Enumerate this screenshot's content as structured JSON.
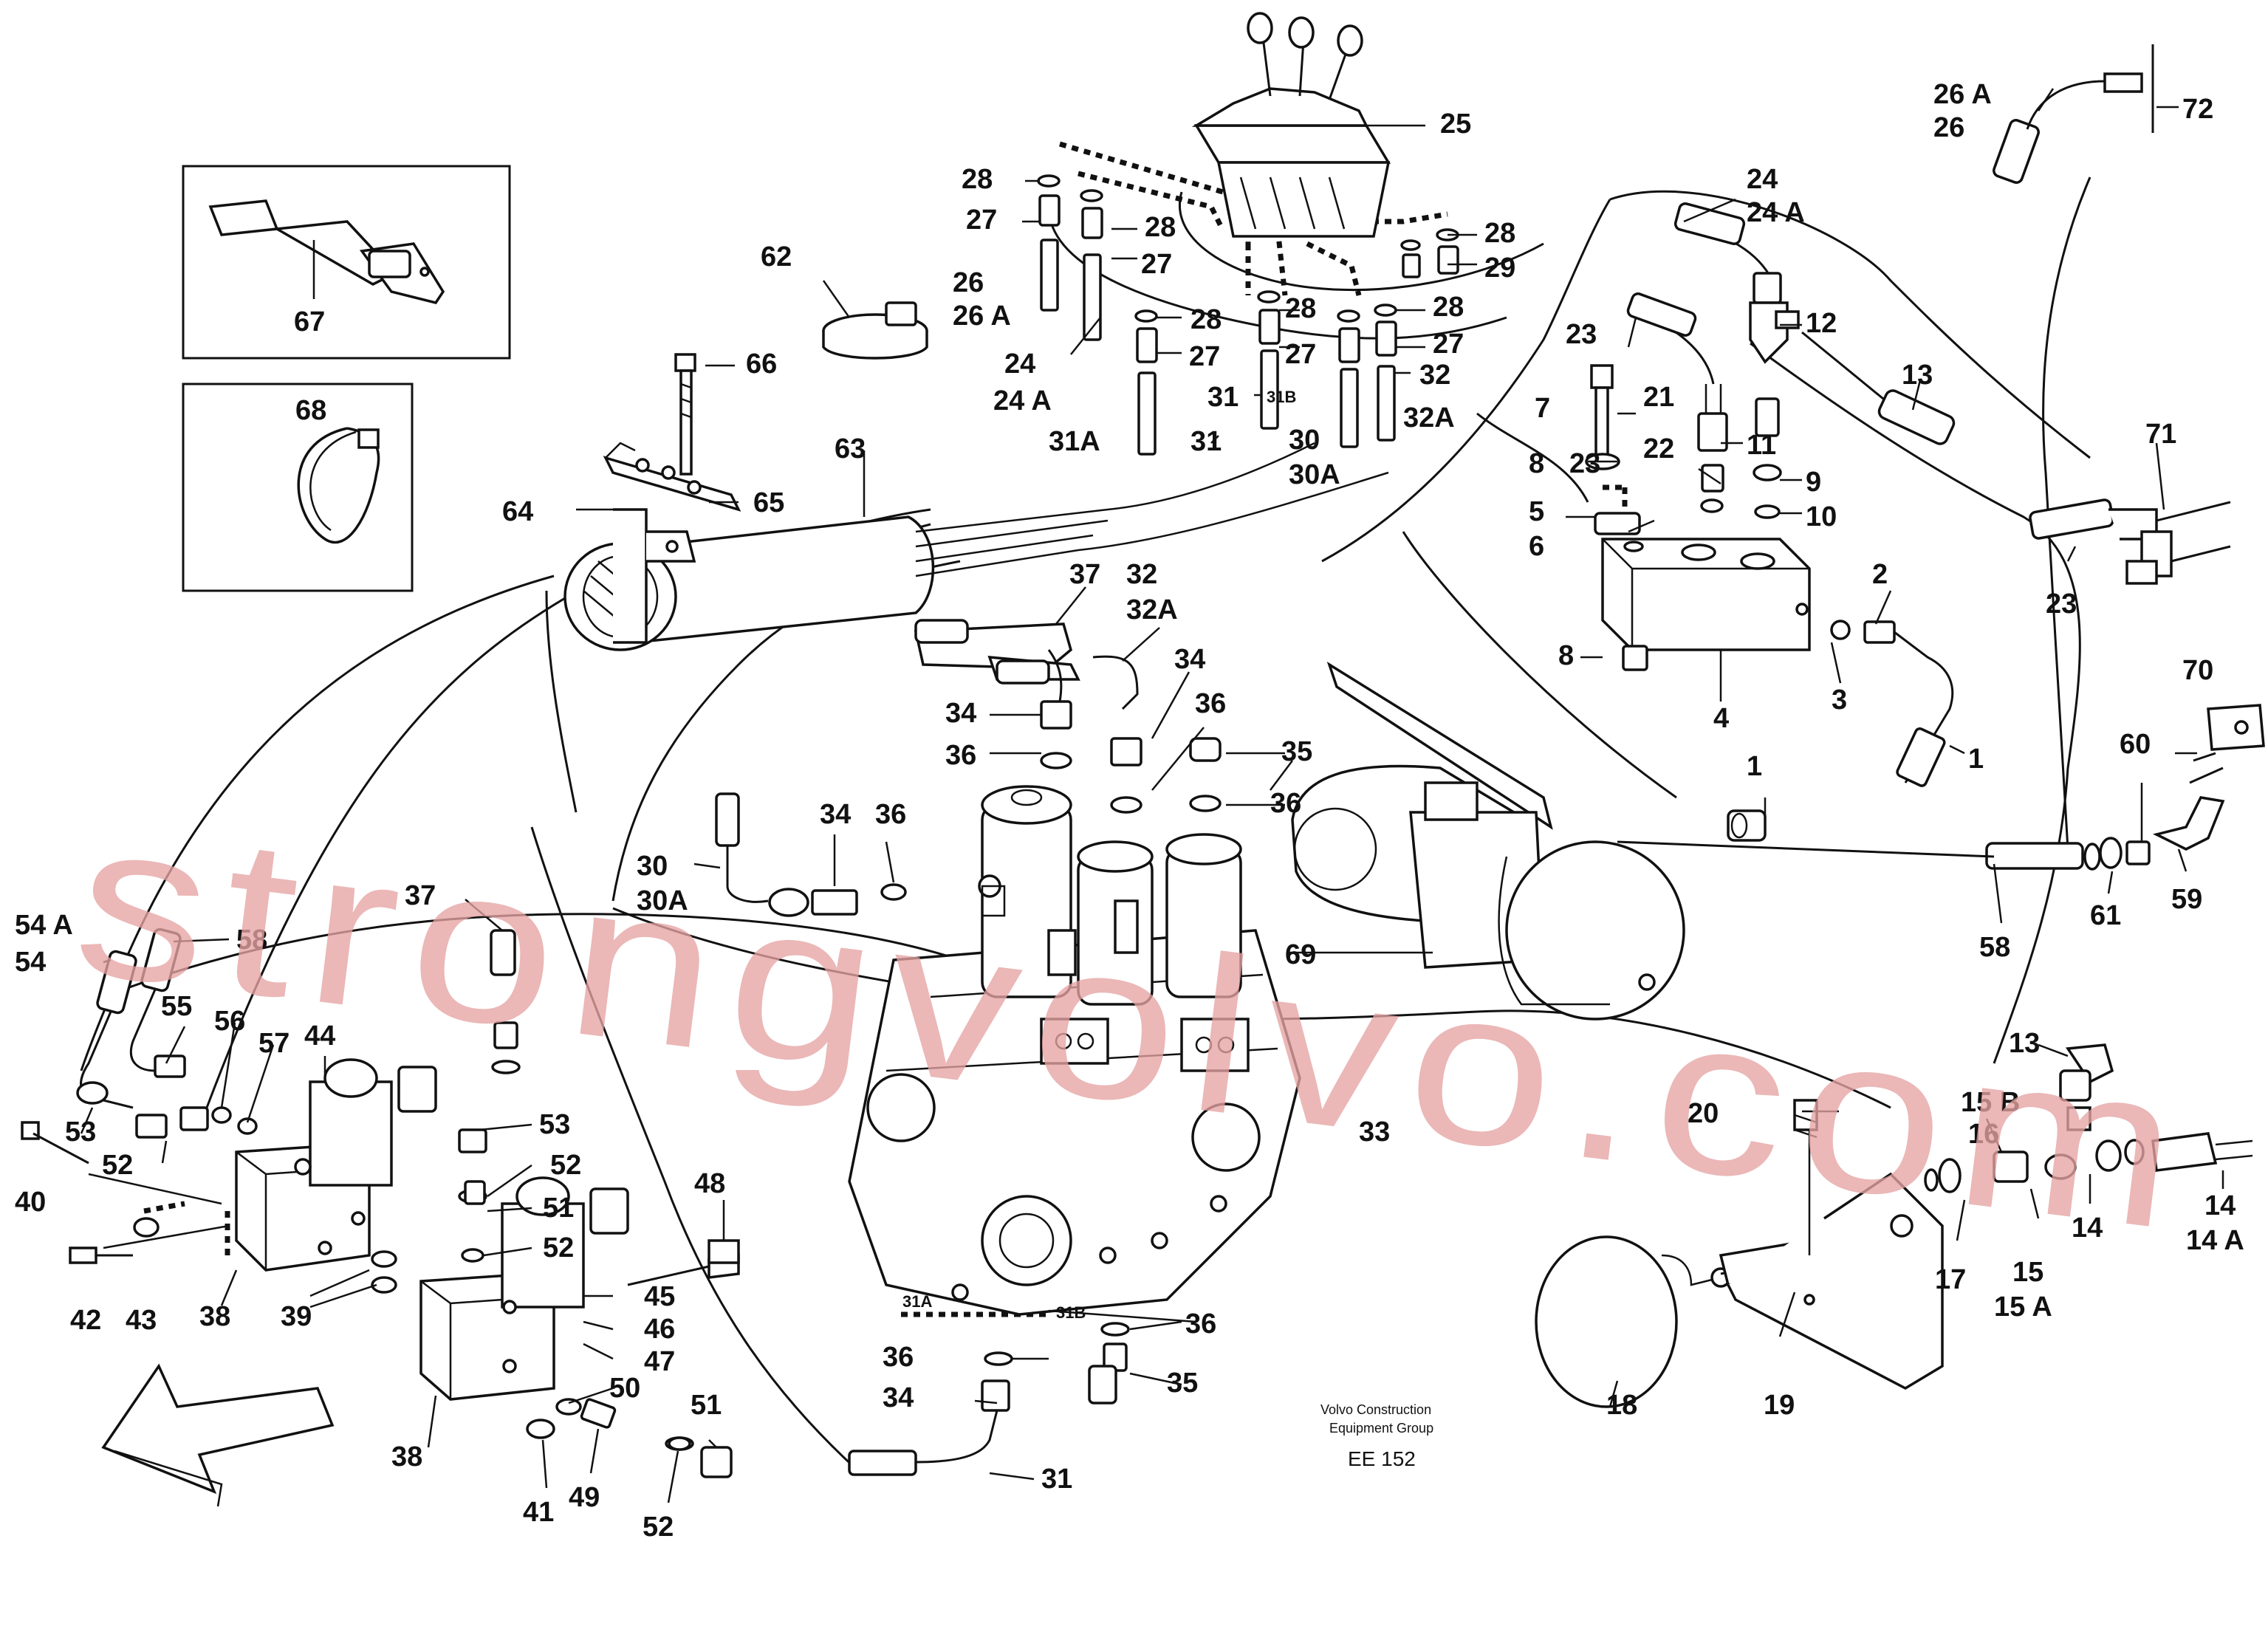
{
  "labels": {
    "l1a": "1",
    "l1b": "1",
    "l2": "2",
    "l3": "3",
    "l4": "4",
    "l5": "5",
    "l6": "6",
    "l7": "7",
    "l8a": "8",
    "l8b": "8",
    "l9": "9",
    "l10": "10",
    "l11": "11",
    "l12": "12",
    "l13a": "13",
    "l13b": "13",
    "l14": "14",
    "l14a": "14 A",
    "l15": "15",
    "l15a": "15 A",
    "l15b": "15 B",
    "l16": "16",
    "l17": "17",
    "l18": "18",
    "l19": "19",
    "l20": "20",
    "l21": "21",
    "l22": "22",
    "l23a": "23",
    "l23b": "23",
    "l24a": "24",
    "l24aa": "24 A",
    "l24b": "24",
    "l24ba": "24 A",
    "l25": "25",
    "l26a": "26",
    "l26aa": "26 A",
    "l26b": "26",
    "l26ba": "26 A",
    "l27a": "27",
    "l27b": "27",
    "l27c": "27",
    "l27d": "27",
    "l27e": "27",
    "l28a": "28",
    "l28b": "28",
    "l28c": "28",
    "l28d": "28",
    "l28e": "28",
    "l28f": "28",
    "l29": "29",
    "l30a": "30",
    "l30aa": "30A",
    "l30b": "30",
    "l30ba": "30A",
    "l31a": "31",
    "l31b": "31",
    "l31c": "31",
    "l31A": "31A",
    "l31Bsm": "31B",
    "l31Asm2": "31A",
    "l31Bsm2": "31B",
    "l32a": "32",
    "l32aa": "32A",
    "l32b": "32",
    "l32ba": "32A",
    "l33": "33",
    "l34a": "34",
    "l34b": "34",
    "l34c": "34",
    "l34d": "34",
    "l35a": "35",
    "l35b": "35",
    "l36a": "36",
    "l36b": "36",
    "l36c": "36",
    "l36d": "36",
    "l36e": "36",
    "l36f": "36",
    "l37a": "37",
    "l37b": "37",
    "l38a": "38",
    "l38b": "38",
    "l39": "39",
    "l40": "40",
    "l41": "41",
    "l42": "42",
    "l43": "43",
    "l44": "44",
    "l45": "45",
    "l46": "46",
    "l47": "47",
    "l48": "48",
    "l49": "49",
    "l50": "50",
    "l51a": "51",
    "l51b": "51",
    "l52a": "52",
    "l52b": "52",
    "l52c": "52",
    "l52d": "52",
    "l53a": "53",
    "l53b": "53",
    "l54": "54",
    "l54a": "54 A",
    "l55": "55",
    "l56": "56",
    "l57": "57",
    "l58a": "58",
    "l58b": "58",
    "l59": "59",
    "l60": "60",
    "l61": "61",
    "l62": "62",
    "l63": "63",
    "l64": "64",
    "l65": "65",
    "l66": "66",
    "l67": "67",
    "l68": "68",
    "l69": "69",
    "l70": "70",
    "l71": "71",
    "l72": "72"
  },
  "caption": {
    "line1": "Volvo Construction",
    "line2": "Equipment Group",
    "drawing_id": "EE 152"
  },
  "watermark": "strongvolvo.com",
  "colors": {
    "line": "#111111",
    "background": "#ffffff",
    "watermark": "#e6a3a3"
  }
}
